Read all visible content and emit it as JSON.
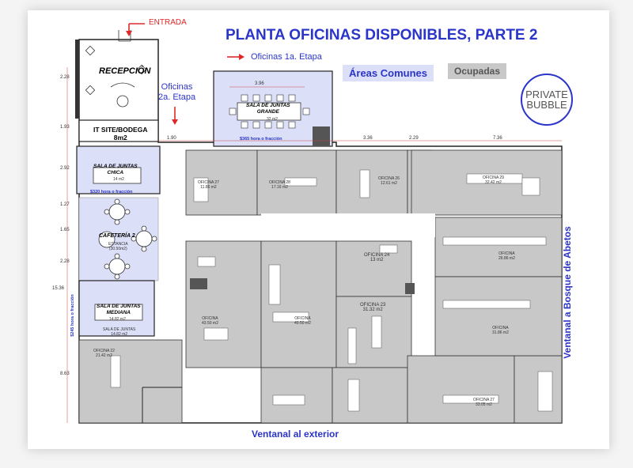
{
  "title": "PLANTA OFICINAS DISPONIBLES, PARTE 2",
  "entrance_label": "ENTRADA",
  "arrow_offices_stage1": "Oficinas 1a. Etapa",
  "arrow_offices_stage2": "Oficinas\n2a. Etapa",
  "legend": {
    "common_areas": "Áreas Comunes",
    "occupied": "Ocupadas"
  },
  "logo": {
    "line1": "PRIVATE",
    "line2": "BUBBLE"
  },
  "rooms": {
    "reception": "RECEPCIÓN",
    "it_site": "IT SITE/BODEGA\n8m2",
    "meeting_small": "SALA DE JUNTAS\nCHICA",
    "meeting_small_area": "14 m2",
    "meeting_small_price": "$320 hora o fracción",
    "meeting_large": "SALA DE JUNTAS\nGRANDE",
    "meeting_large_area": "32 m2",
    "meeting_large_price": "$365 hora o fracción",
    "meeting_large_dim": "3.96",
    "cafeteria": "CAFETERÍA 2",
    "cafeteria_sub": "ESTANCIA\n(30.50m2)",
    "meeting_medium": "SALA DE JUNTAS\nMEDIANA",
    "meeting_medium_area": "14.82 m2",
    "meeting_medium_note": "SALA DE JUNTAS\n14.82 m2",
    "meeting_medium_price": "$245 hora o fracción",
    "office_24": "OFICINA 24\n13 m2",
    "office_23": "OFICINA 23\n31.32 m2",
    "office_small_a": "OFICINA 22\n21.42 m2",
    "office_small_b": "OFICINA\n43.50 m2",
    "office_small_c": "OFICINA\n40.50 m2",
    "office_small_d": "OFICINA 27\n11.86 m2",
    "office_small_e": "OFICINA 28\n17.16 m2",
    "office_small_f": "OFICINA 26\n12.61 m2",
    "office_small_g": "OFICINA 29\n32.42 m2",
    "office_small_h": "OFICINA\n26.86 m2",
    "office_small_i": "OFICINA\n31.86 m2",
    "office_small_j": "OFICINA 27\n33.05 m2"
  },
  "dimensions": {
    "top": [
      "1.90",
      "3.36",
      "2.29",
      "7.36"
    ],
    "left": [
      "2.28",
      "1.93",
      "2.92",
      "1.27",
      "1.65",
      "2.28",
      "15.36",
      "8.63"
    ]
  },
  "windows": {
    "bottom": "Ventanal al exterior",
    "right": "Ventanal a Bosque de Abetos"
  },
  "colors": {
    "accent": "#2b35c9",
    "arrow": "#e02828",
    "common": "#dcdff8",
    "occupied": "#c8c8c8"
  }
}
